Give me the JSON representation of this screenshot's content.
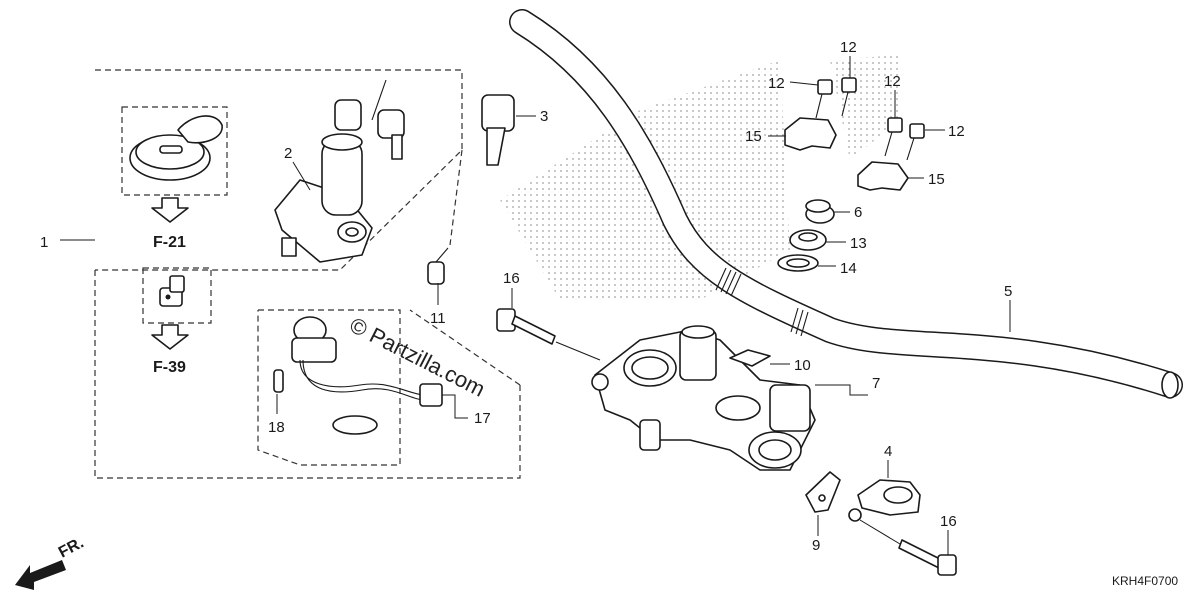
{
  "diagram": {
    "drawing_code": "KRH4F0700",
    "watermark": "© Partzilla.com",
    "front_marker": "FR.",
    "references": [
      "F-21",
      "F-39"
    ],
    "callouts": [
      "1",
      "2",
      "3",
      "4",
      "5",
      "6",
      "7",
      "9",
      "10",
      "11",
      "12",
      "12",
      "12",
      "12",
      "13",
      "14",
      "15",
      "15",
      "16",
      "16",
      "17",
      "18"
    ]
  }
}
